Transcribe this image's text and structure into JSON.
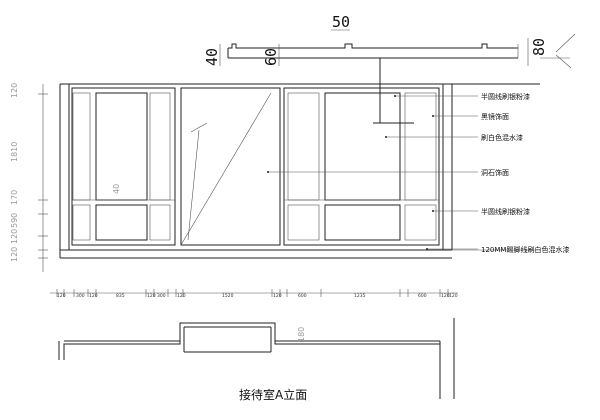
{
  "title": "接待室A立面",
  "profile_dims": {
    "top": "50",
    "a": "40",
    "b": "60",
    "c": "80"
  },
  "left_dims": [
    "120",
    "1810",
    "170",
    "590",
    "120",
    "120"
  ],
  "bottom_dims": [
    "120",
    "300",
    "120",
    "835",
    "120",
    "300",
    "120",
    "1520",
    "120",
    "600",
    "1235",
    "600",
    "120",
    "120"
  ],
  "center_label": "40",
  "small_dim": "180",
  "callouts": [
    "半圆线刷银粉漆",
    "黑镜饰面",
    "刷白色混水漆",
    "洞石饰面",
    "半圆线刷银粉漆",
    "120MM踢脚线刷白色混水漆"
  ]
}
